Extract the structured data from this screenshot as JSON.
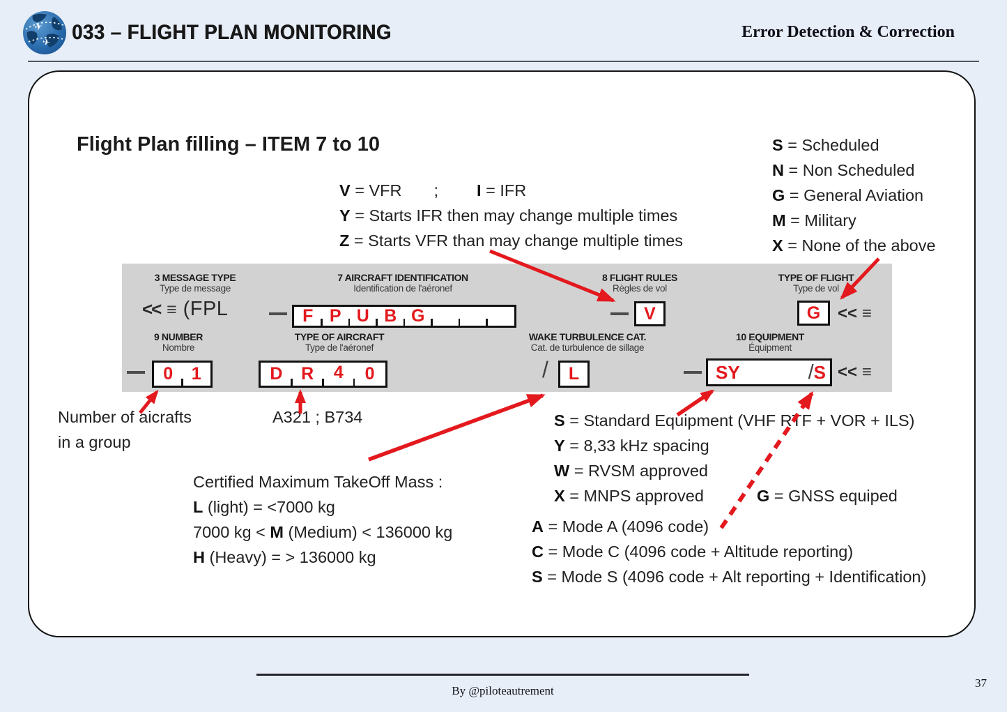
{
  "colors": {
    "accent_red": "#e3191e",
    "form_bg": "#d2d2d2",
    "page_bg": "#e7eef8",
    "globe_blue": "#2a6cae"
  },
  "header": {
    "course_title": "033 – FLIGHT PLAN MONITORING",
    "chapter_title": "Error Detection & Correction"
  },
  "slide": {
    "title": "Flight Plan filling – ITEM 7 to 10"
  },
  "flight_rules_legend": {
    "l1_k1": "V",
    "l1_t1": " = VFR",
    "l1_sep": ";",
    "l1_k2": "I",
    "l1_t2": " = IFR",
    "l2_k": "Y",
    "l2_t": " = Starts IFR then may change multiple times",
    "l3_k": "Z",
    "l3_t": " = Starts VFR than may change multiple times"
  },
  "type_of_flight_legend": {
    "items": [
      {
        "k": "S",
        "t": " = Scheduled"
      },
      {
        "k": "N",
        "t": " = Non Scheduled"
      },
      {
        "k": "G",
        "t": " = General Aviation"
      },
      {
        "k": "M",
        "t": " = Military"
      },
      {
        "k": "X",
        "t": " = None of the above"
      }
    ]
  },
  "form": {
    "message_type": {
      "label": "3  MESSAGE TYPE",
      "sub": "Type de message",
      "chevrons": "<<",
      "bars": "≡",
      "value": "(FPL"
    },
    "aircraft_id": {
      "label": "7  AIRCRAFT IDENTIFICATION",
      "sub": "Identification de l'aéronef",
      "cells": [
        "F",
        "P",
        "U",
        "B",
        "G",
        "",
        "",
        ""
      ]
    },
    "flight_rules": {
      "label": "8  FLIGHT RULES",
      "sub": "Règles de vol",
      "value": "V"
    },
    "type_of_flight": {
      "label": "TYPE OF FLIGHT",
      "sub": "Type de vol",
      "value": "G",
      "chevrons": "<<",
      "bars": "≡"
    },
    "number": {
      "label": "9  NUMBER",
      "sub": "Nombre",
      "cells": [
        "0",
        "1"
      ]
    },
    "type_of_aircraft": {
      "label": "TYPE OF AIRCRAFT",
      "sub": "Type de l'aéronef",
      "cells": [
        "D",
        "R",
        "4",
        "0"
      ]
    },
    "wake_turbulence": {
      "label": "WAKE TURBULENCE CAT.",
      "sub": "Cat. de turbulence de sillage",
      "slash": "/",
      "value": "L"
    },
    "equipment": {
      "label": "10  EQUIPMENT",
      "sub": "Équipment",
      "value_left": "SY",
      "slash": "/",
      "value_right": "S",
      "chevrons": "<<",
      "bars": "≡"
    }
  },
  "notes": {
    "number_note_l1": "Number of aicrafts",
    "number_note_l2": "in a group",
    "aircraft_type_note": "A321 ; B734",
    "mtom": {
      "title": "Certified Maximum TakeOff Mass :",
      "l1_k": "L",
      "l1_t": " (light) = <7000 kg",
      "l2_t1": "7000 kg < ",
      "l2_k": "M",
      "l2_t2": " (Medium) < 136000 kg",
      "l3_k": "H",
      "l3_t": " (Heavy) = > 136000 kg"
    },
    "equipment_legend": {
      "l1_k": "S",
      "l1_t": " = Standard Equipment (VHF RTF + VOR + ILS)",
      "l2_k": "Y",
      "l2_t": " = 8,33 kHz spacing",
      "l3_k": "W",
      "l3_t": " = RVSM approved",
      "l4_k": "X",
      "l4_t": " = MNPS approved",
      "gnss_k": "G",
      "gnss_t": " = GNSS equiped"
    },
    "transponder_legend": {
      "l1_k": "A",
      "l1_t": " = Mode A (4096 code)",
      "l2_k": "C",
      "l2_t": " = Mode C (4096 code + Altitude reporting)",
      "l3_k": "S",
      "l3_t": " = Mode S (4096 code + Alt reporting + Identification)"
    }
  },
  "footer": {
    "credit": "By @piloteautrement",
    "page_number": "37"
  }
}
